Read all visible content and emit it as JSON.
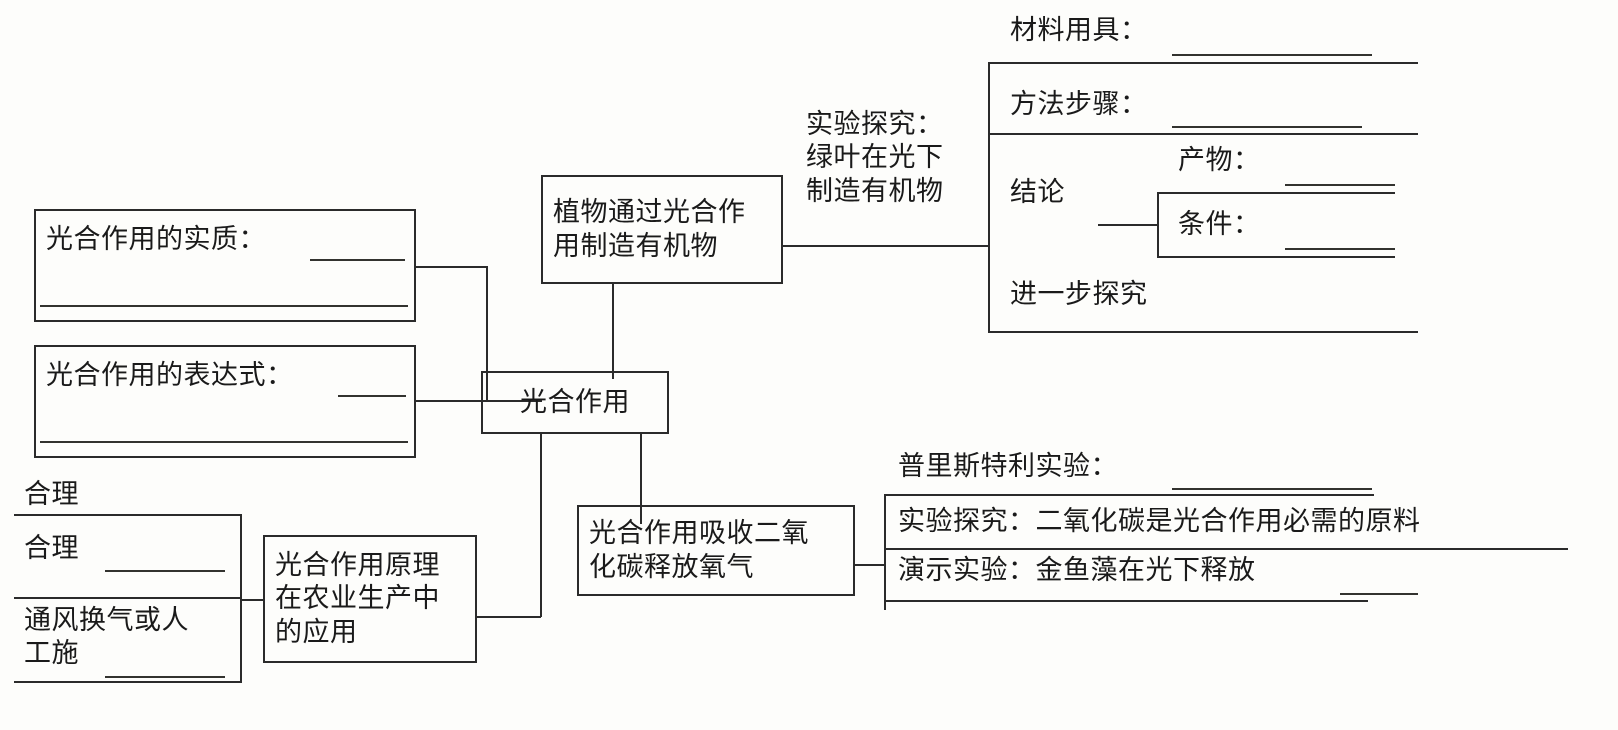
{
  "diagram": {
    "title": "光合作用 知识结构图",
    "type": "mind-map",
    "line_color": "#2b2b2b",
    "background_color": "#fdfdfb"
  },
  "root": {
    "label": "光合作用"
  },
  "left_branch": {
    "essence_box": {
      "label": "光合作用的实质：",
      "blank_inline": true,
      "blank_second_line": true
    },
    "formula_box": {
      "label": "光合作用的表达式：",
      "blank_inline": true,
      "blank_second_line": true
    },
    "application_box": {
      "label": "光合作用原理\n在农业生产中\n的应用"
    },
    "application_items": [
      {
        "label": "合理"
      },
      {
        "label": "合理"
      },
      {
        "label": "通风换气或人\n工施"
      }
    ]
  },
  "top_branch": {
    "organics_box": {
      "label": "植物通过光合作\n用制造有机物"
    },
    "inquiry_title": "实验探究：\n绿叶在光下\n制造有机物",
    "items": [
      {
        "label": "材料用具："
      },
      {
        "label": "方法步骤："
      },
      {
        "label": "结论"
      },
      {
        "label": "进一步探究"
      }
    ],
    "conclusion_sub_items": [
      {
        "label": "产物："
      },
      {
        "label": "条件："
      }
    ]
  },
  "bottom_branch": {
    "gas_box": {
      "label": "光合作用吸收二氧\n化碳释放氧气"
    },
    "items": [
      {
        "label": "普里斯特利实验："
      },
      {
        "label": "实验探究：二氧化碳是光合作用必需的原料"
      },
      {
        "label": "演示实验：金鱼藻在光下释放"
      }
    ]
  }
}
